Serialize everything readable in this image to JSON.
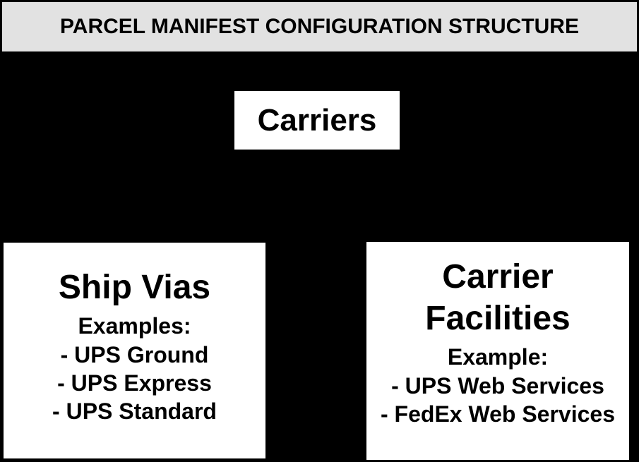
{
  "title_bar": {
    "text": "PARCEL MANIFEST CONFIGURATION STRUCTURE"
  },
  "carriers_node": {
    "label": "Carriers"
  },
  "ship_vias": {
    "title": "Ship Vias",
    "subtitle": "Examples:",
    "items": [
      "- UPS Ground",
      "- UPS Express",
      "- UPS Standard"
    ]
  },
  "carrier_facilities": {
    "title_line1": "Carrier",
    "title_line2": "Facilities",
    "subtitle": "Example:",
    "items": [
      "- UPS Web Services",
      "- FedEx Web Services"
    ]
  },
  "colors": {
    "background": "#000000",
    "title_bar_bg": "#e2e2e2",
    "box_bg": "#ffffff",
    "text": "#000000"
  }
}
